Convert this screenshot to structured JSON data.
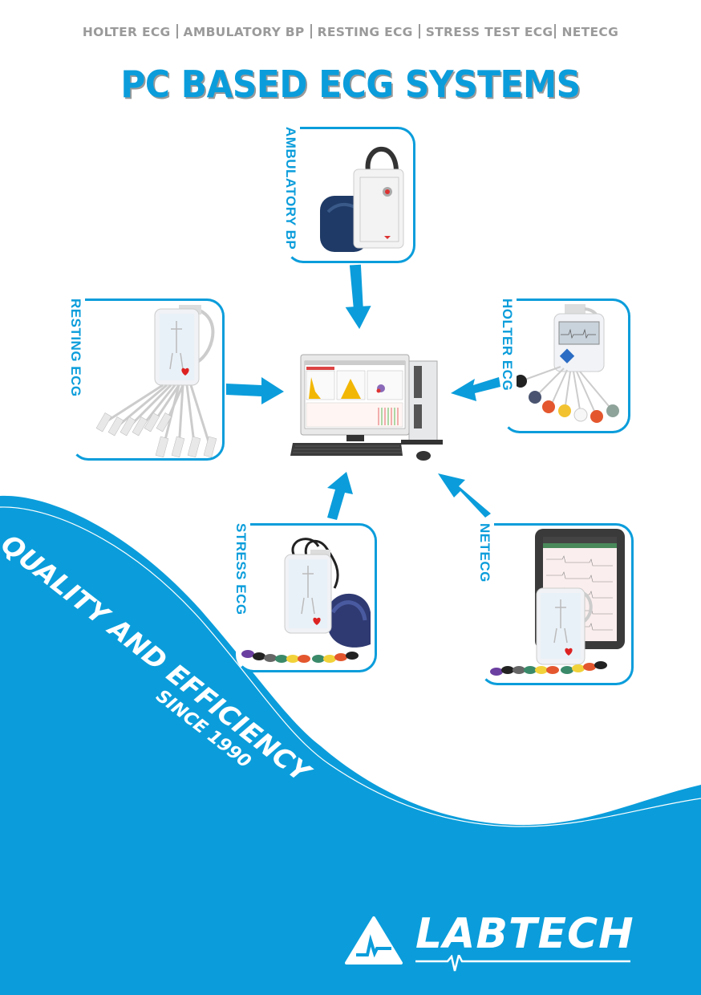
{
  "top_nav": {
    "items": [
      "HOLTER ECG",
      "AMBULATORY BP",
      "RESTING ECG",
      "STRESS TEST ECG",
      "NETECG"
    ]
  },
  "page_title": "PC BASED ECG SYSTEMS",
  "products": {
    "ambulatory_bp": {
      "label": "AMBULATORY BP"
    },
    "resting_ecg": {
      "label": "RESTING ECG"
    },
    "holter_ecg": {
      "label": "HOLTER ECG"
    },
    "stress_ecg": {
      "label": "STRESS ECG"
    },
    "netecg": {
      "label": "NETECG"
    }
  },
  "slogan": {
    "line1": "QUALITY AND EFFICIENCY",
    "line2": "SINCE 1990"
  },
  "brand": {
    "name": "LABTECH"
  },
  "colors": {
    "brand_blue": "#0b9ddb",
    "nav_gray": "#9a9a9a",
    "title_shadow": "#9a9a9a"
  }
}
